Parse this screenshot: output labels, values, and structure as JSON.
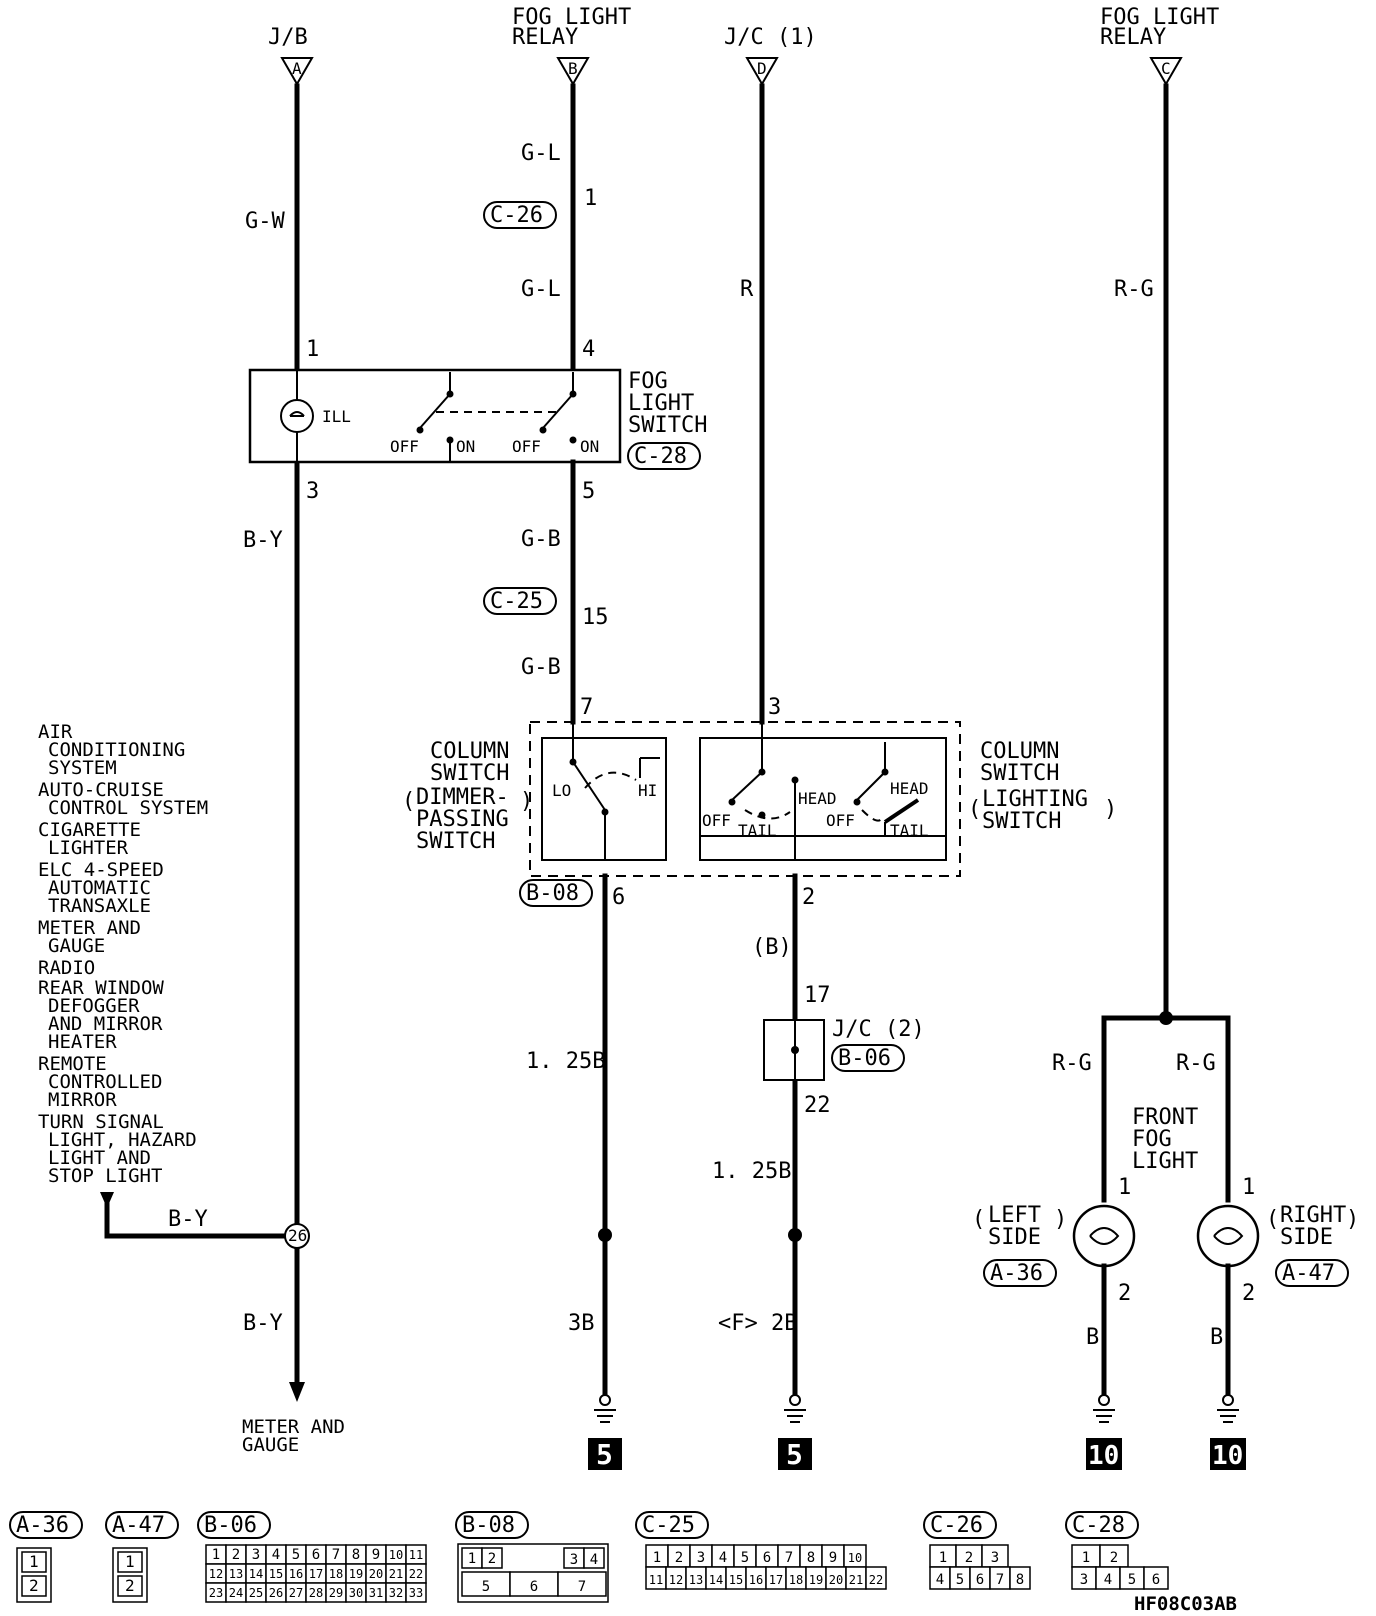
{
  "diagram_code": "HF08C03AB",
  "connectors_top": {
    "jb": {
      "label": "J/B",
      "pin": "A"
    },
    "fog_relay_b": {
      "label_line1": "FOG LIGHT",
      "label_line2": "RELAY",
      "pin": "B"
    },
    "jc1": {
      "label": "J/C (1)",
      "pin": "D"
    },
    "fog_relay_c": {
      "label_line1": "FOG LIGHT",
      "label_line2": "RELAY",
      "pin": "C"
    }
  },
  "wires": {
    "gw": "G-W",
    "gl_a": "G-L",
    "gl_b": "G-L",
    "r": "R",
    "rg_top": "R-G",
    "by_a": "B-Y",
    "by_branch": "B-Y",
    "by_b": "B-Y",
    "gb_a": "G-B",
    "gb_b": "G-B",
    "b125_a": "1. 25B",
    "b3": "3B",
    "b_paren": "(B)",
    "b125_b": "1. 25B",
    "f2b": "<F> 2B",
    "rg_left": "R-G",
    "rg_right": "R-G",
    "b_left": "B",
    "b_right": "B"
  },
  "pins": {
    "p1_jb": "1",
    "p3_jb": "3",
    "p1_c26": "1",
    "p4_sw": "4",
    "p5_sw": "5",
    "p15": "15",
    "p7": "7",
    "p3_col": "3",
    "p6": "6",
    "p2_col": "2",
    "p17": "17",
    "p22": "22",
    "fl_l1": "1",
    "fl_l2": "2",
    "fl_r1": "1",
    "fl_r2": "2",
    "junction_26": "26"
  },
  "connector_ids": {
    "c26": "C-26",
    "c25": "C-25",
    "c28": "C-28",
    "b08": "B-08",
    "b06": "B-06",
    "a36": "A-36",
    "a47": "A-47"
  },
  "components": {
    "fog_switch": {
      "line1": "FOG",
      "line2": "LIGHT",
      "line3": "SWITCH",
      "ill": "ILL",
      "off1": "OFF",
      "on1": "ON",
      "off2": "OFF",
      "on2": "ON"
    },
    "dimmer": {
      "line1": "COLUMN",
      "line2": "SWITCH",
      "line3": "DIMMER-",
      "line4": "PASSING",
      "line5": "SWITCH",
      "lo": "LO",
      "hi": "HI"
    },
    "lighting": {
      "line1": "COLUMN",
      "line2": "SWITCH",
      "line3": "LIGHTING",
      "line4": "SWITCH",
      "off1": "OFF",
      "tail1": "TAIL",
      "head1": "HEAD",
      "off2": "OFF",
      "head2": "HEAD",
      "tail2": "TAIL"
    },
    "jc2": {
      "label": "J/C (2)"
    },
    "front_fog": {
      "line1": "FRONT",
      "line2": "FOG",
      "line3": "LIGHT",
      "left1": "LEFT",
      "left2": "SIDE",
      "right1": "RIGHT",
      "right2": "SIDE"
    }
  },
  "left_list": [
    {
      "l1": "AIR",
      "l2": "CONDITIONING",
      "l3": "SYSTEM"
    },
    {
      "l1": "AUTO-CRUISE",
      "l2": "CONTROL SYSTEM",
      "l3": ""
    },
    {
      "l1": "CIGARETTE",
      "l2": "LIGHTER",
      "l3": ""
    },
    {
      "l1": "ELC 4-SPEED",
      "l2": "AUTOMATIC",
      "l3": "TRANSAXLE"
    },
    {
      "l1": "METER AND",
      "l2": "GAUGE",
      "l3": ""
    },
    {
      "l1": "RADIO",
      "l2": "",
      "l3": ""
    },
    {
      "l1": "REAR WINDOW",
      "l2": "DEFOGGER",
      "l3": "AND MIRROR",
      "l4": "HEATER"
    },
    {
      "l1": "REMOTE",
      "l2": "CONTROLLED",
      "l3": "MIRROR"
    },
    {
      "l1": "TURN SIGNAL",
      "l2": "LIGHT, HAZARD",
      "l3": "LIGHT AND",
      "l4": "STOP LIGHT"
    }
  ],
  "meter": {
    "line1": "METER AND",
    "line2": "GAUGE"
  },
  "grounds": {
    "g1": "5",
    "g2": "5",
    "g3": "10",
    "g4": "10"
  },
  "connector_faces": {
    "a36": {
      "id": "A-36",
      "pins": [
        "1",
        "2"
      ]
    },
    "a47": {
      "id": "A-47",
      "pins": [
        "1",
        "2"
      ]
    },
    "b06": {
      "id": "B-06",
      "row1": [
        "1",
        "2",
        "3",
        "4",
        "5",
        "6",
        "7",
        "8",
        "9",
        "10",
        "11"
      ],
      "row2": [
        "12",
        "13",
        "14",
        "15",
        "16",
        "17",
        "18",
        "19",
        "20",
        "21",
        "22"
      ],
      "row3": [
        "23",
        "24",
        "25",
        "26",
        "27",
        "28",
        "29",
        "30",
        "31",
        "32",
        "33"
      ]
    },
    "b08": {
      "id": "B-08",
      "row1": [
        "1",
        "2",
        "3",
        "4"
      ],
      "row2": [
        "5",
        "6",
        "7"
      ]
    },
    "c25": {
      "id": "C-25",
      "row1": [
        "1",
        "2",
        "3",
        "4",
        "5",
        "6",
        "7",
        "8",
        "9",
        "10"
      ],
      "row2": [
        "11",
        "12",
        "13",
        "14",
        "15",
        "16",
        "17",
        "18",
        "19",
        "20",
        "21",
        "22"
      ]
    },
    "c26": {
      "id": "C-26",
      "row1": [
        "1",
        "2",
        "3"
      ],
      "row2": [
        "4",
        "5",
        "6",
        "7",
        "8"
      ]
    },
    "c28": {
      "id": "C-28",
      "row1": [
        "1",
        "2"
      ],
      "row2": [
        "3",
        "4",
        "5",
        "6"
      ]
    }
  }
}
